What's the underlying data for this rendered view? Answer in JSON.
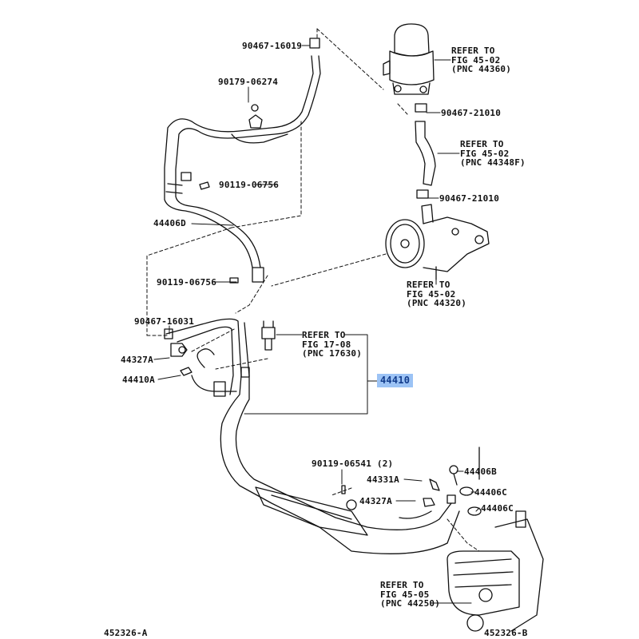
{
  "diagram": {
    "highlight_color": "#9cc3f5",
    "callouts": {
      "c1": "90467-16019",
      "c2": "90179-06274",
      "c3": "90119-06756",
      "c4": "44406D",
      "c5": "90119-06756",
      "c6": "90467-16031",
      "c7": "44327A",
      "c8": "44410A",
      "c9": "44410",
      "c10": "90467-21010",
      "c11": "90467-21010",
      "c12": "90119-06541 (2)",
      "c13": "44331A",
      "c14": "44406B",
      "c15": "44406C",
      "c16": "44327A",
      "c17": "44406C"
    },
    "references": {
      "r1": [
        "REFER TO",
        "FIG 45-02",
        "(PNC 44360)"
      ],
      "r2": [
        "REFER TO",
        "FIG 45-02",
        "(PNC 44348F)"
      ],
      "r3": [
        "REFER TO",
        "FIG 45-02",
        "(PNC 44320)"
      ],
      "r4": [
        "REFER TO",
        "FIG 17-08",
        "(PNC 17630)"
      ],
      "r5": [
        "REFER TO",
        "FIG 45-05",
        "(PNC 44250)"
      ]
    },
    "figure_ids": {
      "left": "452326-A",
      "right": "452326-B"
    }
  }
}
